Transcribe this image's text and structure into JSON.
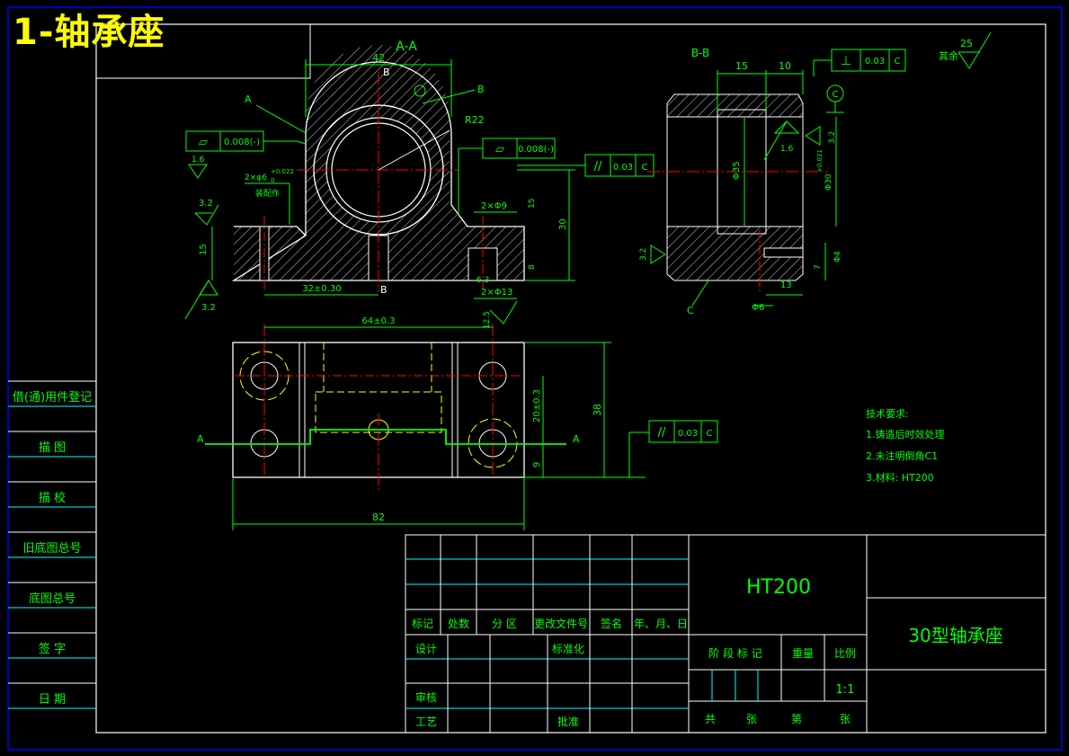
{
  "overlay_title": "1-轴承座",
  "colors": {
    "background": "#000000",
    "outline": "#ffffff",
    "dimension": "#00ff00",
    "centerline": "#ff0000",
    "hidden": "#ffff00",
    "frame": "#0000ff",
    "table_line": "#00ffff",
    "title_text": "#ffff00"
  },
  "views": {
    "section_aa": {
      "label": "A-A",
      "dims": {
        "width_top": "42",
        "radius": "R22",
        "hole_span": "32±0.30",
        "height_15": "15",
        "height_30": "30",
        "hole_2x9": "2×Φ9",
        "hole_2x13": "2×Φ13",
        "hole_2x6": "2×φ6",
        "hole_2x6_tol": "+0.022",
        "hole_2x6_tol2": "0",
        "hole_note": "装配作",
        "depth_15": "15",
        "depth_8": "8",
        "roughness_32a": "3.2",
        "roughness_32b": "3.2",
        "roughness_16": "1.6",
        "roughness_125": "12.5",
        "roughness_63": "6.3"
      },
      "markers": {
        "a": "A",
        "b_top": "B",
        "b_bot": "B",
        "b_side": "B"
      },
      "fcf_left": {
        "symbol": "▱",
        "value": "0.008(-)"
      },
      "fcf_right": {
        "symbol": "▱",
        "value": "0.008(-)"
      },
      "fcf_parallel": {
        "symbol": "//",
        "value": "0.03",
        "datum": "C"
      }
    },
    "section_bb": {
      "label": "B-B",
      "dims": {
        "w15": "15",
        "w10": "10",
        "dia35": "Φ35",
        "dia30": "Φ30",
        "dia30_tol": "+0.021",
        "dia6": "Φ6",
        "dia4": "Φ4",
        "len13": "13",
        "len7": "7",
        "roughness_16": "1.6",
        "roughness_32a": "3.2",
        "roughness_32b": "3.2"
      },
      "markers": {
        "c": "C",
        "datum_c": "C"
      },
      "fcf_perp": {
        "symbol": "⊥",
        "value": "0.03",
        "datum": "C"
      }
    },
    "plan_view": {
      "dims": {
        "hole_span": "64±0.3",
        "height_38": "38",
        "height_20": "20±0.3",
        "height_9": "9",
        "width_82": "82"
      },
      "section_markers": {
        "left": "A",
        "right": "A"
      },
      "fcf_parallel": {
        "symbol": "//",
        "value": "0.03",
        "datum": "C"
      }
    }
  },
  "surface_finish": {
    "label": "其余",
    "value": "25"
  },
  "technical_requirements": {
    "heading": "技术要求:",
    "items": [
      "1.铸造后时效处理",
      "2.未注明倒角C1",
      "3.材料: HT200"
    ]
  },
  "left_column": [
    "借(通)用件登记",
    "描 图",
    "描 校",
    "旧底图总号",
    "底图总号",
    "签 字",
    "日 期"
  ],
  "title_block": {
    "material": "HT200",
    "drawing_name": "30型轴承座",
    "header_row": [
      "标记",
      "处数",
      "分 区",
      "更改文件号",
      "签名",
      "年、月、日"
    ],
    "labels": {
      "design": "设计",
      "standardize": "标准化",
      "review": "审核",
      "process": "工艺",
      "approve": "批准",
      "stage_mark": "阶 段 标 记",
      "weight": "重量",
      "scale": "比例",
      "scale_value": "1:1",
      "total": "共",
      "sheet": "张",
      "page": "第",
      "page_sheet": "张"
    }
  }
}
